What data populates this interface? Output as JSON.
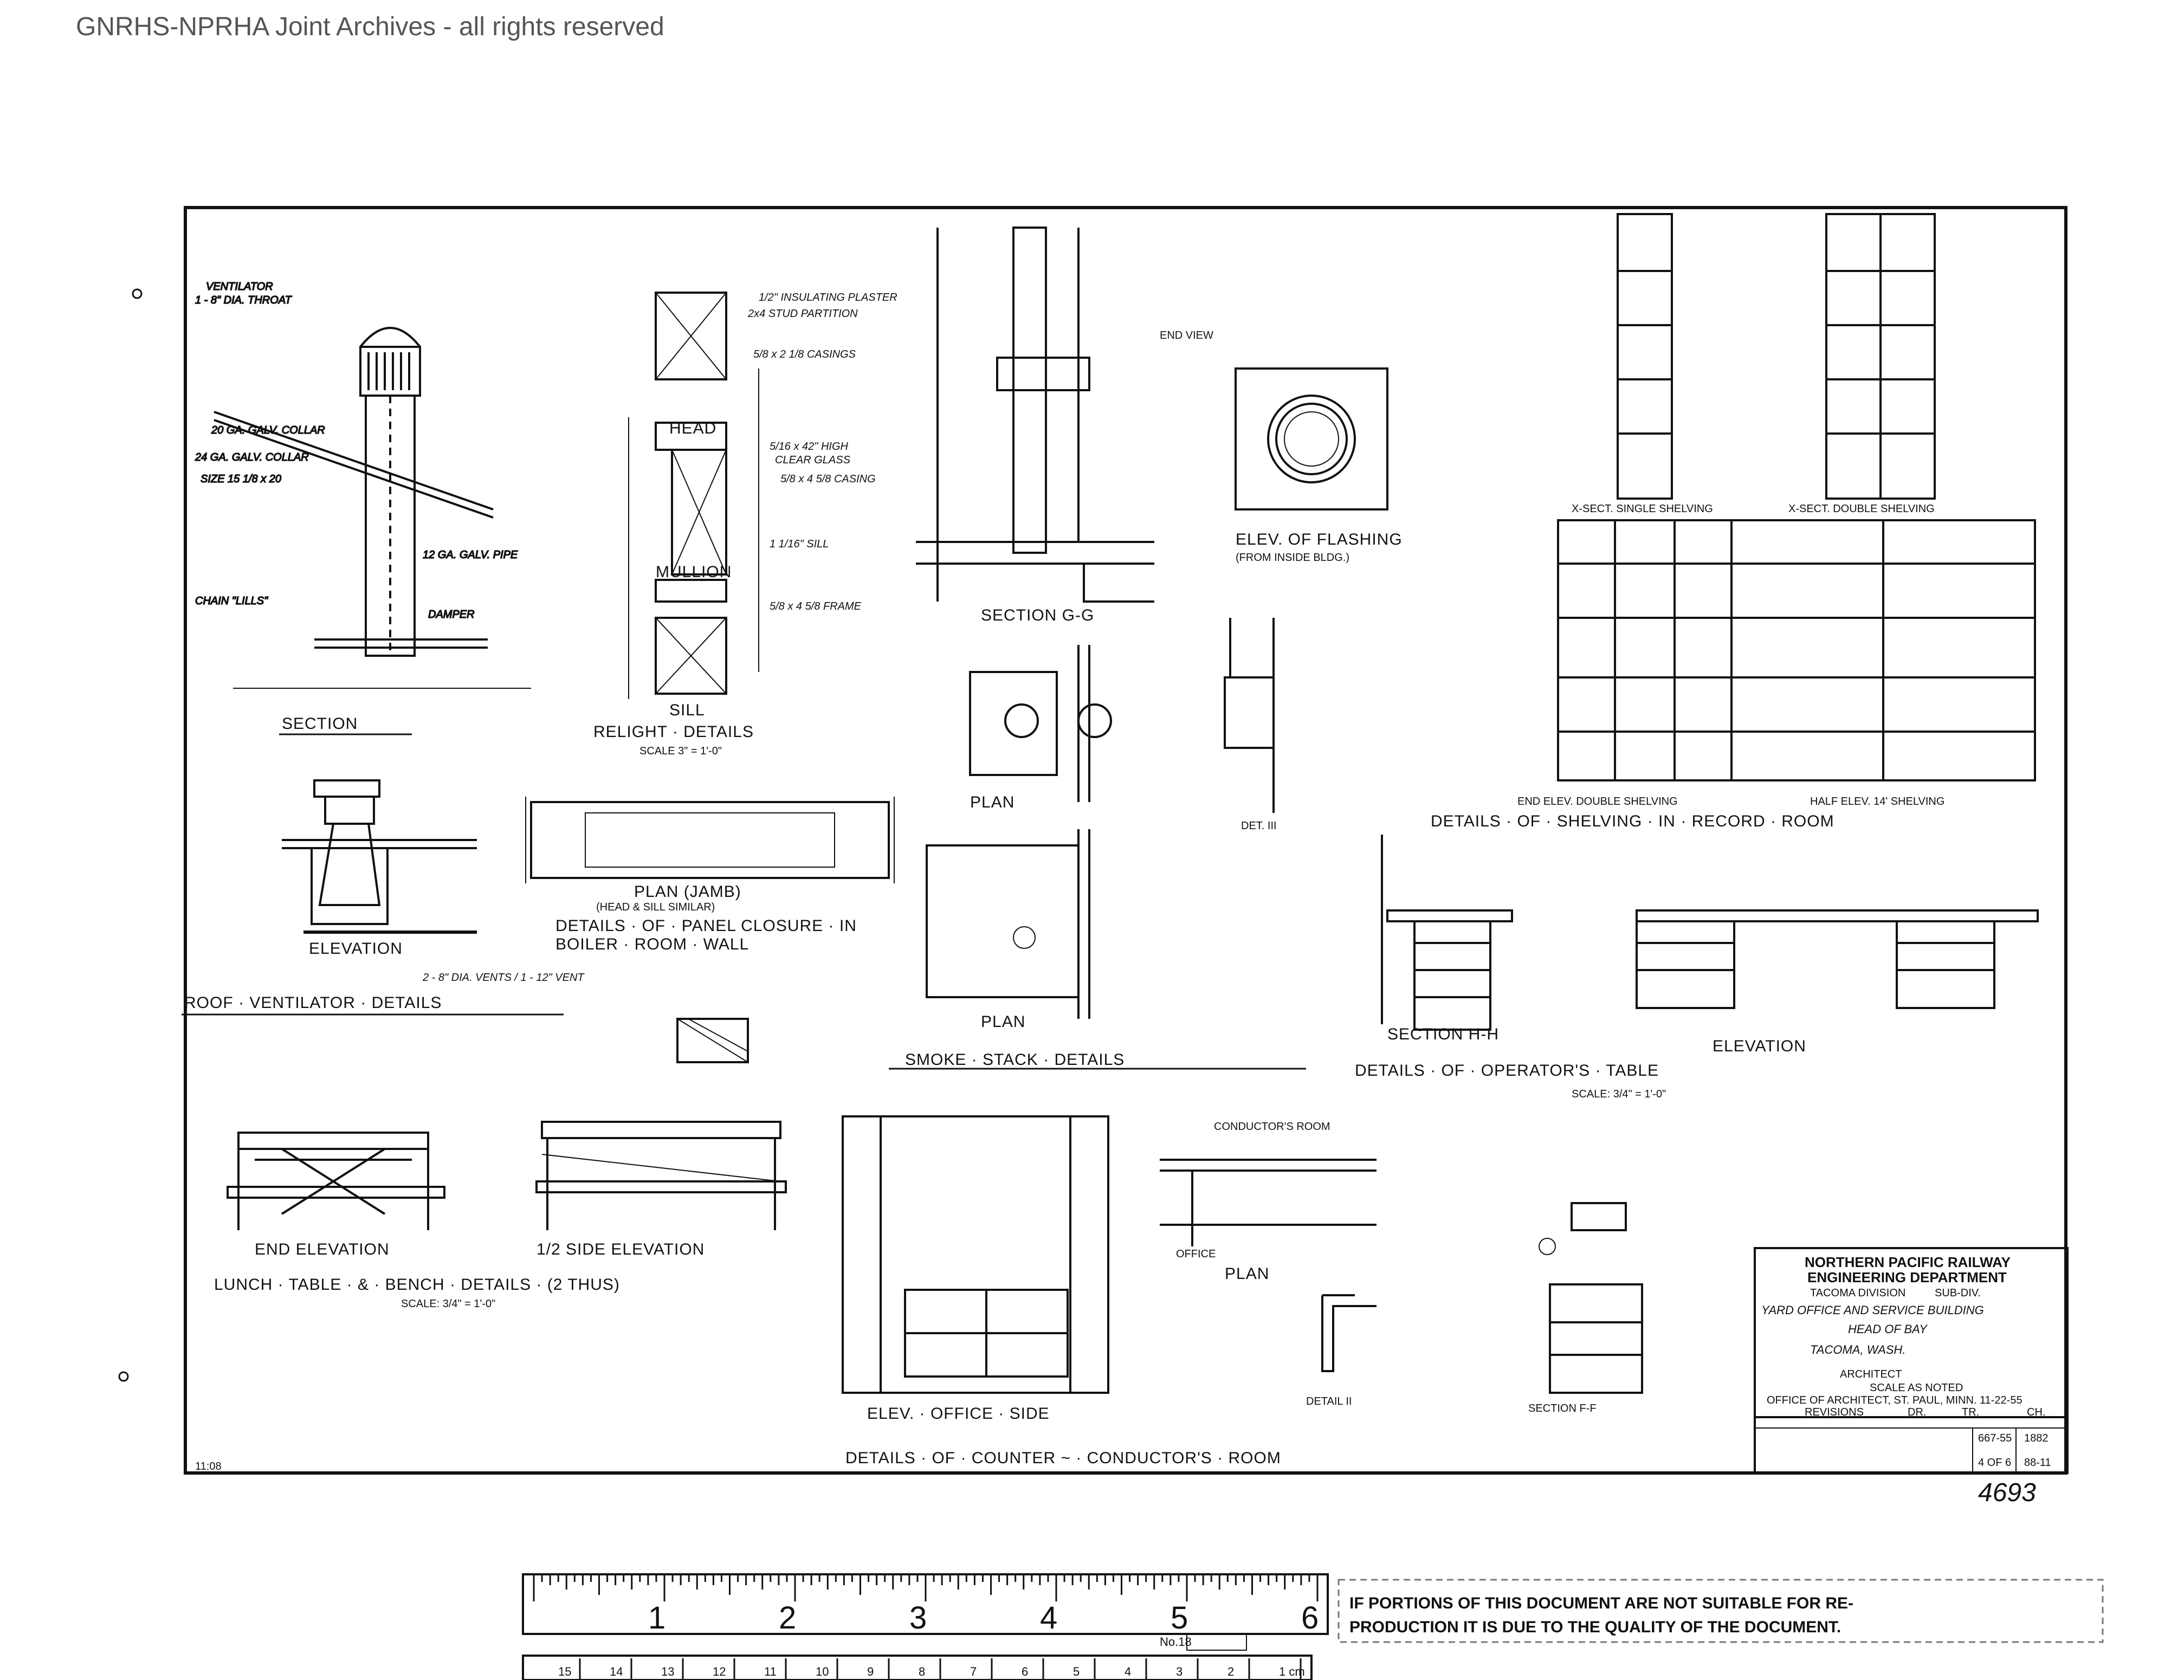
{
  "archive": {
    "header": "GNRHS-NPRHA Joint Archives - all rights reserved"
  },
  "drawing": {
    "side_corner_code": "11:08",
    "handwritten_number": "4693",
    "details": {
      "roof_section": "SECTION",
      "roof_elevation": "ELEVATION",
      "roof_title": "ROOF · VENTILATOR · DETAILS",
      "roof_notes": "2 - 8\" DIA. VENTS / 1 - 12\" VENT",
      "relight_title": "RELIGHT · DETAILS",
      "relight_scale": "SCALE 3\" = 1'-0\"",
      "relight_head": "HEAD",
      "relight_mullion": "MULLION",
      "relight_sill": "SILL",
      "panel_plan": "PLAN (JAMB)",
      "panel_plan_sub": "(HEAD & SILL SIMILAR)",
      "panel_title": "DETAILS · OF · PANEL CLOSURE · IN",
      "panel_title2": "BOILER · ROOM · WALL",
      "section_gg": "SECTION G-G",
      "elev_flashing": "ELEV. OF FLASHING",
      "elev_flashing_sub": "(FROM INSIDE BLDG.)",
      "end_view": "END VIEW",
      "plan_label": "PLAN",
      "det_iii": "DET. III",
      "smoke_stack_title": "SMOKE · STACK · DETAILS",
      "shelving_single": "X-SECT. SINGLE SHELVING",
      "shelving_double": "X-SECT. DOUBLE SHELVING",
      "shelving_end": "END ELEV. DOUBLE SHELVING",
      "shelving_half": "HALF ELEV. 14' SHELVING",
      "shelving_title": "DETAILS · OF · SHELVING · IN · RECORD · ROOM",
      "section_hh": "SECTION H-H",
      "operator_elev": "ELEVATION",
      "operator_title": "DETAILS · OF · OPERATOR'S · TABLE",
      "operator_scale": "SCALE: 3/4\" = 1'-0\"",
      "lunch_end": "END ELEVATION",
      "lunch_side": "1/2 SIDE ELEVATION",
      "lunch_title": "LUNCH · TABLE · & · BENCH · DETAILS · (2 THUS)",
      "lunch_scale": "SCALE: 3/4\" = 1'-0\"",
      "counter_elev": "ELEV. · OFFICE · SIDE",
      "conductor_room": "CONDUCTOR'S ROOM",
      "office_label": "OFFICE",
      "plan2": "PLAN",
      "detail_ii": "DETAIL II",
      "section_ff": "SECTION F-F",
      "counter_title": "DETAILS · OF · COUNTER ~ · CONDUCTOR'S · ROOM"
    },
    "title_block": {
      "company": "NORTHERN PACIFIC RAILWAY",
      "department": "ENGINEERING DEPARTMENT",
      "division": "TACOMA DIVISION",
      "subdiv": "SUB-DIV.",
      "project": "YARD OFFICE AND SERVICE BUILDING",
      "location1": "HEAD OF BAY",
      "location2": "TACOMA, WASH.",
      "architect": "ARCHITECT",
      "scale_label": "SCALE AS NOTED",
      "office": "OFFICE OF ARCHITECT, ST. PAUL, MINN. 11-22-55",
      "revisions": "REVISIONS",
      "dr_label": "DR.",
      "tr_label": "TR.",
      "ch_label": "CH.",
      "afe_no": "667-55",
      "job_no": "1882",
      "sheet_no": "4 OF 6",
      "file_no": "88-11"
    }
  },
  "ruler": {
    "inch_marks": [
      "1",
      "2",
      "3",
      "4",
      "5",
      "6"
    ],
    "cm_marks": [
      "1 cm",
      "2",
      "3",
      "4",
      "5",
      "6",
      "7",
      "8",
      "9",
      "10",
      "11",
      "12",
      "13",
      "14",
      "15"
    ],
    "model": "No.18"
  },
  "notice": {
    "line1": "IF PORTIONS OF THIS DOCUMENT ARE NOT SUITABLE FOR RE-",
    "line2": "PRODUCTION IT IS DUE TO THE QUALITY OF THE DOCUMENT."
  }
}
